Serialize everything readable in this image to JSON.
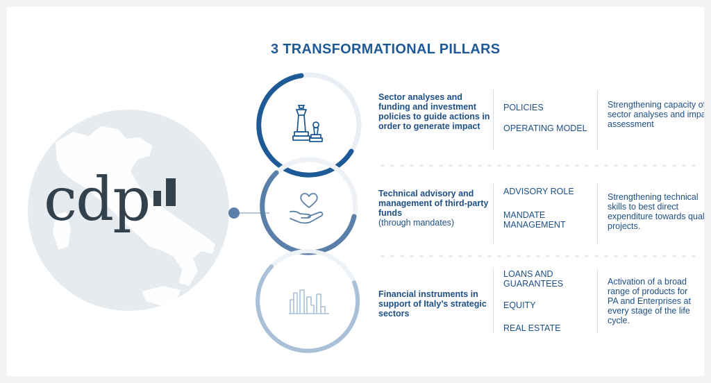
{
  "title": "3 TRANSFORMATIONAL  PILLARS",
  "logo": {
    "text": "cdp",
    "color": "#33414d"
  },
  "colors": {
    "title": "#1d5a96",
    "ring_1": "#1d5a96",
    "ring_2": "#5a7fa8",
    "ring_3": "#a9c0d8",
    "text": "#1d4f86",
    "map": "#dde3ea"
  },
  "pillars": [
    {
      "icon": "chess-icon",
      "description_bold": "Sector analyses and funding and investment policies to guide actions in order to generate impact",
      "description_normal": "",
      "labels": [
        "POLICIES",
        "OPERATING MODEL"
      ],
      "note": "Strengthening capacity of sector analyses and impact assessment"
    },
    {
      "icon": "heart-hand-icon",
      "description_bold": "Technical advisory and management of third-party funds",
      "description_normal": "(through mandates)",
      "labels": [
        "ADVISORY ROLE",
        "MANDATE MANAGEMENT"
      ],
      "note": "Strengthening technical skills to best direct expenditure towards quality projects."
    },
    {
      "icon": "buildings-icon",
      "description_bold": "Financial instruments in support of Italy’s strategic sectors",
      "description_normal": "",
      "labels": [
        "LOANS AND GUARANTEES",
        "EQUITY",
        "REAL ESTATE"
      ],
      "note": "Activation of a broad range of products for PA and Enterprises at every stage of the life cycle."
    }
  ]
}
